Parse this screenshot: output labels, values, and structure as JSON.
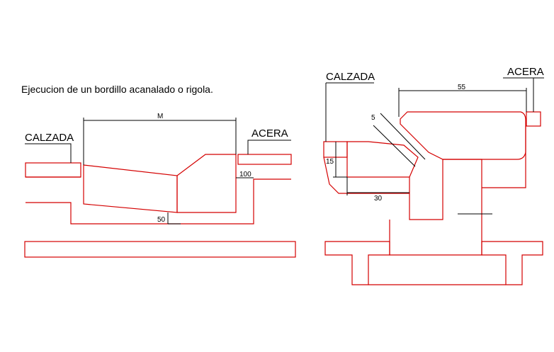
{
  "title": "Ejecucion de un bordillo acanalado o rigola.",
  "left_detail": {
    "label_calzada": "CALZADA",
    "label_acera": "ACERA",
    "dim_top": "M",
    "dim_right": "100",
    "dim_bottom": "50"
  },
  "right_detail": {
    "label_calzada": "CALZADA",
    "label_acera": "ACERA",
    "dim_top": "55",
    "dim_slope": "5",
    "dim_left": "15",
    "dim_bottom": "30"
  },
  "colors": {
    "drawing": "#d40000",
    "dimensions": "#000000"
  }
}
